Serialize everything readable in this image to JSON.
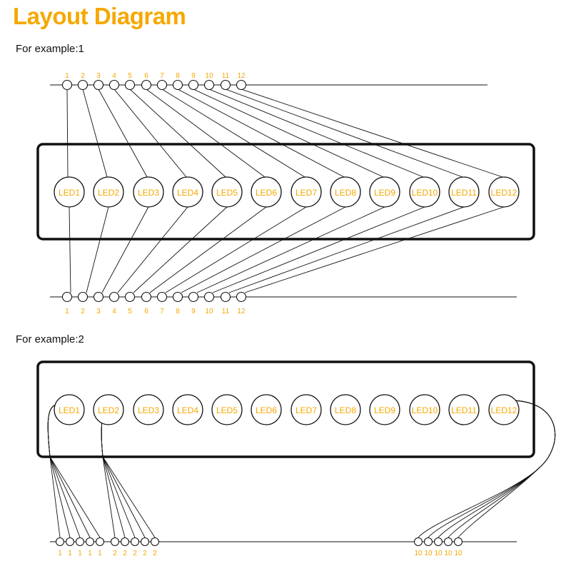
{
  "title": "Layout Diagram",
  "example1_label": "For example:1",
  "example2_label": "For example:2",
  "led_labels": [
    "LED1",
    "LED2",
    "LED3",
    "LED4",
    "LED5",
    "LED6",
    "LED7",
    "LED8",
    "LED9",
    "LED10",
    "LED11",
    "LED12"
  ],
  "ex1_pin_labels": [
    "1",
    "2",
    "3",
    "4",
    "5",
    "6",
    "7",
    "8",
    "9",
    "10",
    "11",
    "12"
  ],
  "ex2_pin_labels": [
    "1",
    "1",
    "1",
    "1",
    "1",
    "2",
    "2",
    "2",
    "2",
    "2",
    "10",
    "10",
    "10",
    "10",
    "10"
  ],
  "colors": {
    "accent": "#f5a800",
    "line": "#111111"
  }
}
